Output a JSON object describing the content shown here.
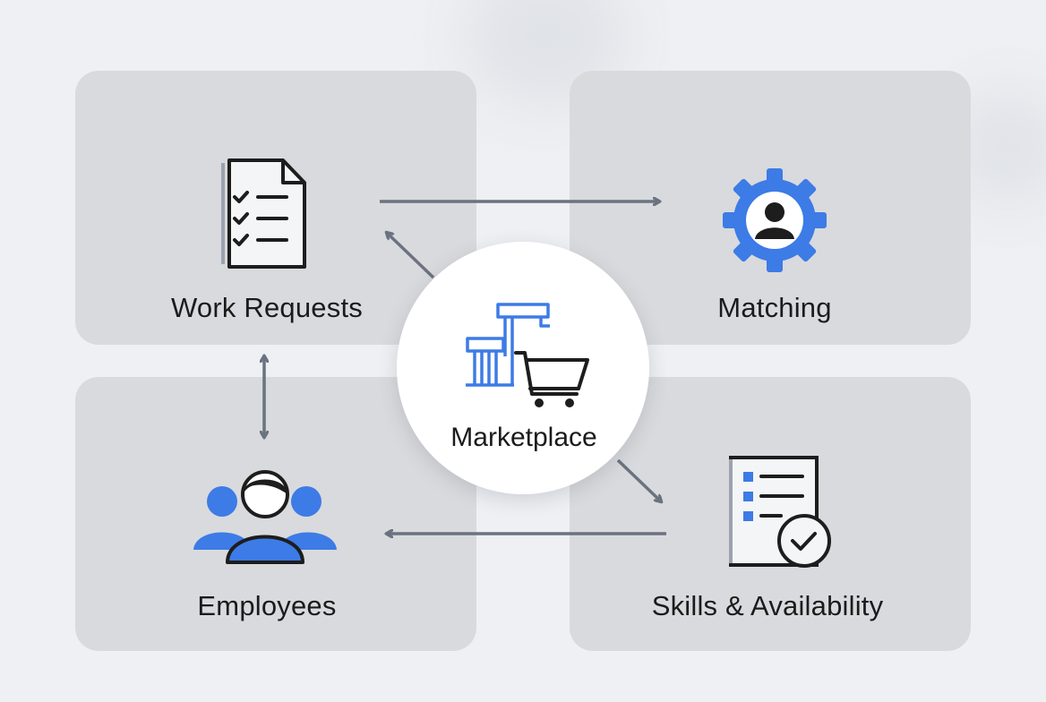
{
  "nodes": {
    "work_requests": {
      "label": "Work Requests",
      "icon": "checklist-document-icon"
    },
    "matching": {
      "label": "Matching",
      "icon": "gear-user-icon"
    },
    "employees": {
      "label": "Employees",
      "icon": "people-group-icon"
    },
    "skills": {
      "label": "Skills & Availability",
      "icon": "checklist-verified-icon"
    },
    "marketplace": {
      "label": "Marketplace",
      "icon": "marketplace-cart-icon"
    }
  },
  "colors": {
    "accent_blue": "#3d7be6",
    "panel": "#d9dadd",
    "arrow": "#6b7280",
    "background": "#eef0f3",
    "ink": "#1b1b1b"
  }
}
